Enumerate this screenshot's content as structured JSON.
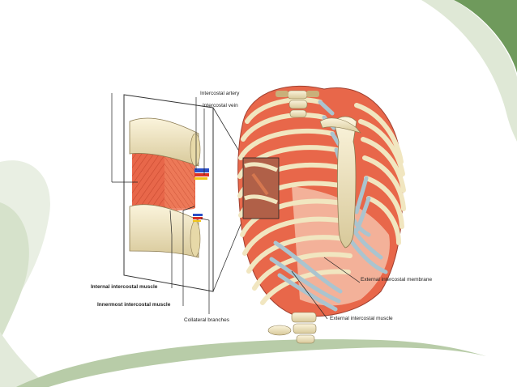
{
  "labels": {
    "intercostal_artery": "Intercostal artery",
    "intercostal_vein": "Intercostal vein",
    "internal_intercostal_muscle": "Internal intercostal muscle",
    "innermost_intercostal_muscle": "Innermost intercostal muscle",
    "collateral_branches": "Collateral branches",
    "external_intercostal_membrane": "External intercostal membrane",
    "external_intercostal_muscle": "External intercostal muscle"
  },
  "colors": {
    "muscle": "#e8674a",
    "muscle_light": "#f29c7e",
    "bone": "#f1e6c0",
    "cartilage": "#aac4cf",
    "artery": "#d93025",
    "vein": "#2b4fc7",
    "nerve": "#f0c419",
    "accent_green": "#5d8a4e",
    "pale_green": "#e6ede0"
  }
}
